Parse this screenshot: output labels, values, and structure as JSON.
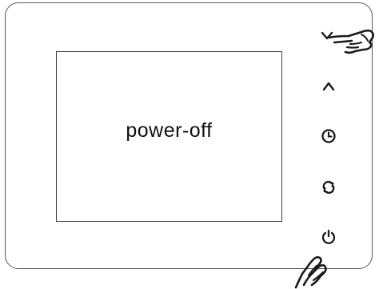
{
  "screen": {
    "status_text": "power-off"
  },
  "buttons": [
    {
      "name": "down-button",
      "icon": "chevron-down-icon",
      "pressed": true
    },
    {
      "name": "up-button",
      "icon": "chevron-up-icon",
      "pressed": false
    },
    {
      "name": "clock-button",
      "icon": "clock-icon",
      "pressed": false
    },
    {
      "name": "mode-button",
      "icon": "cycle-arrows-icon",
      "pressed": false
    },
    {
      "name": "power-button",
      "icon": "power-icon",
      "pressed": true
    }
  ],
  "colors": {
    "outline": "#5a5a5a",
    "icon": "#1a1a1a",
    "text": "#111111"
  }
}
